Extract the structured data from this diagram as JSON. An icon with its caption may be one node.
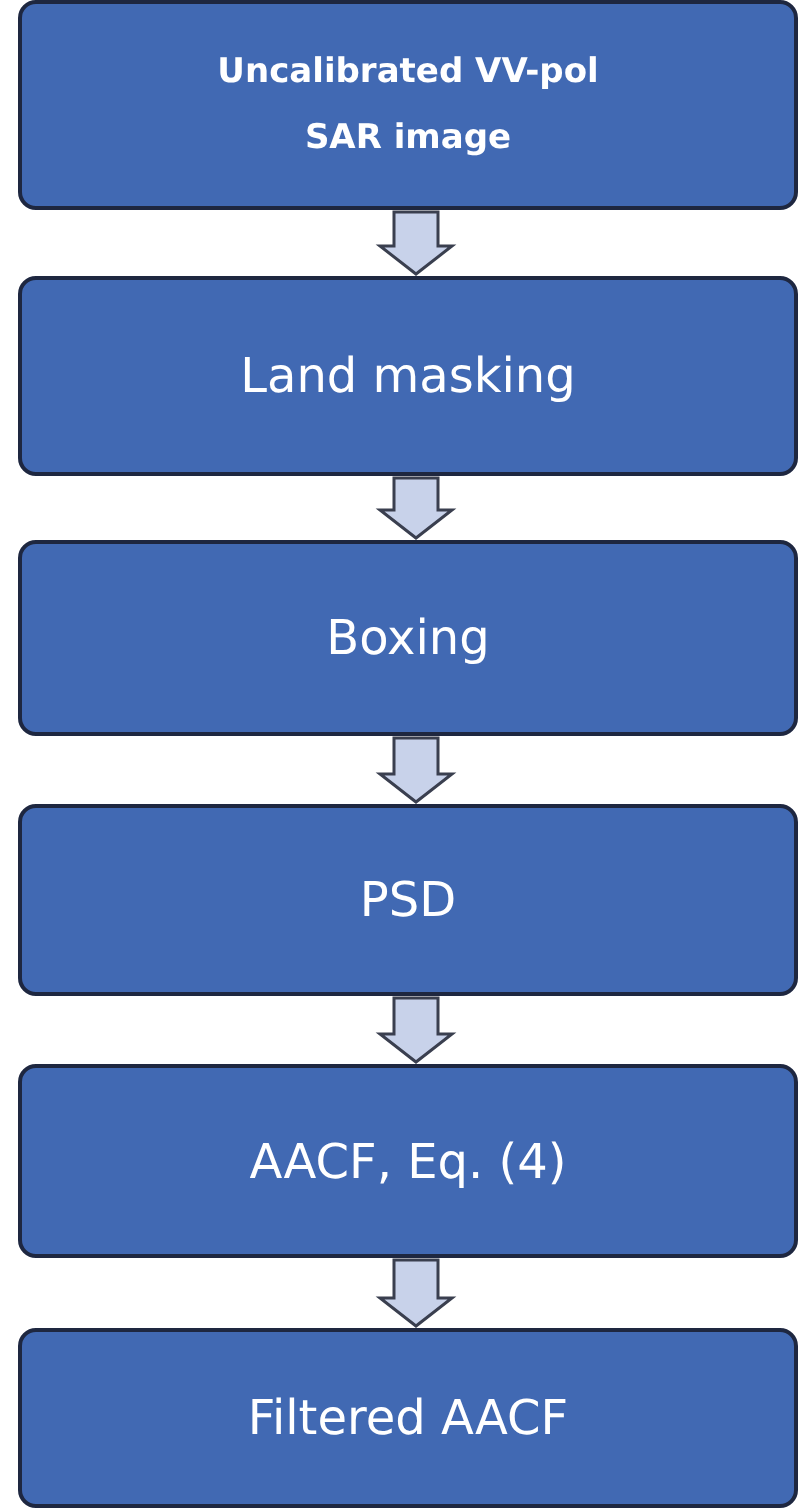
{
  "diagram": {
    "nodes": [
      {
        "text": [
          "Uncalibrated VV-pol SAR image"
        ]
      },
      {
        "text": [
          "Land masking"
        ]
      },
      {
        "text": [
          "Boxing"
        ]
      },
      {
        "text": [
          "PSD"
        ]
      },
      {
        "text": [
          "AACF, Eq. (4)"
        ]
      },
      {
        "text": [
          "Filtered AACF"
        ]
      }
    ],
    "edges": [
      {
        "from": 0,
        "to": 1,
        "arrow": "to"
      },
      {
        "from": 1,
        "to": 2,
        "arrow": "to"
      },
      {
        "from": 2,
        "to": 3,
        "arrow": "to"
      },
      {
        "from": 3,
        "to": 4,
        "arrow": "to"
      },
      {
        "from": 4,
        "to": 5,
        "arrow": "to"
      }
    ]
  }
}
